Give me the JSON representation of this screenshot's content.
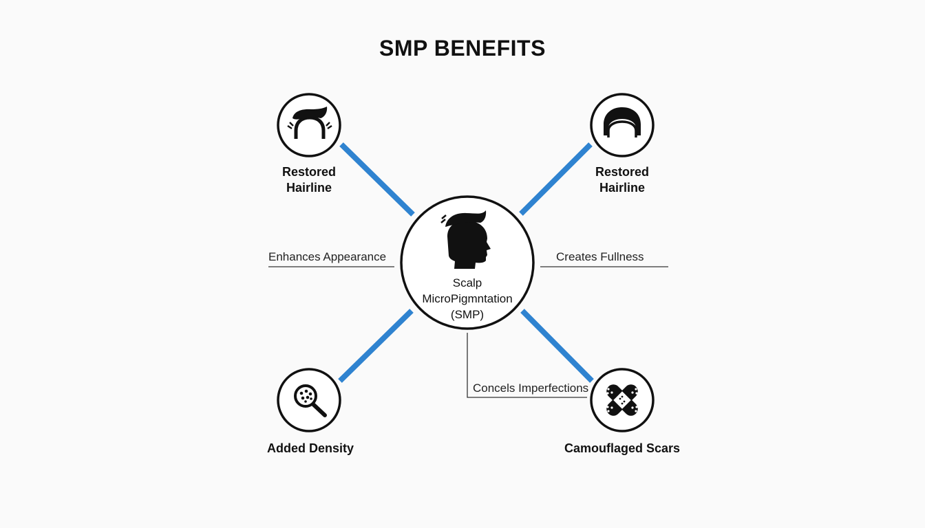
{
  "title": "SMP BENEFITS",
  "center": {
    "icon": "head-profile-icon",
    "line1": "Scalp",
    "line2": "MicroPigmntation",
    "line3": "(SMP)"
  },
  "nodes": {
    "top_left": {
      "icon": "hairline-icon",
      "line1": "Restored",
      "line2": "Hairline"
    },
    "top_right": {
      "icon": "hair-dome-icon",
      "line1": "Restored",
      "line2": "Hairline"
    },
    "bottom_left": {
      "icon": "magnifier-density-icon",
      "label": "Added Density"
    },
    "bottom_right": {
      "icon": "bandage-icon",
      "label": "Camouflaged Scars"
    }
  },
  "annotations": {
    "left": "Enhances Appearance",
    "right": "Creates Fullness",
    "bottom": "Concels Imperfections"
  },
  "colors": {
    "connector": "#2f83d0",
    "ink": "#111111",
    "background": "#fafafa"
  }
}
